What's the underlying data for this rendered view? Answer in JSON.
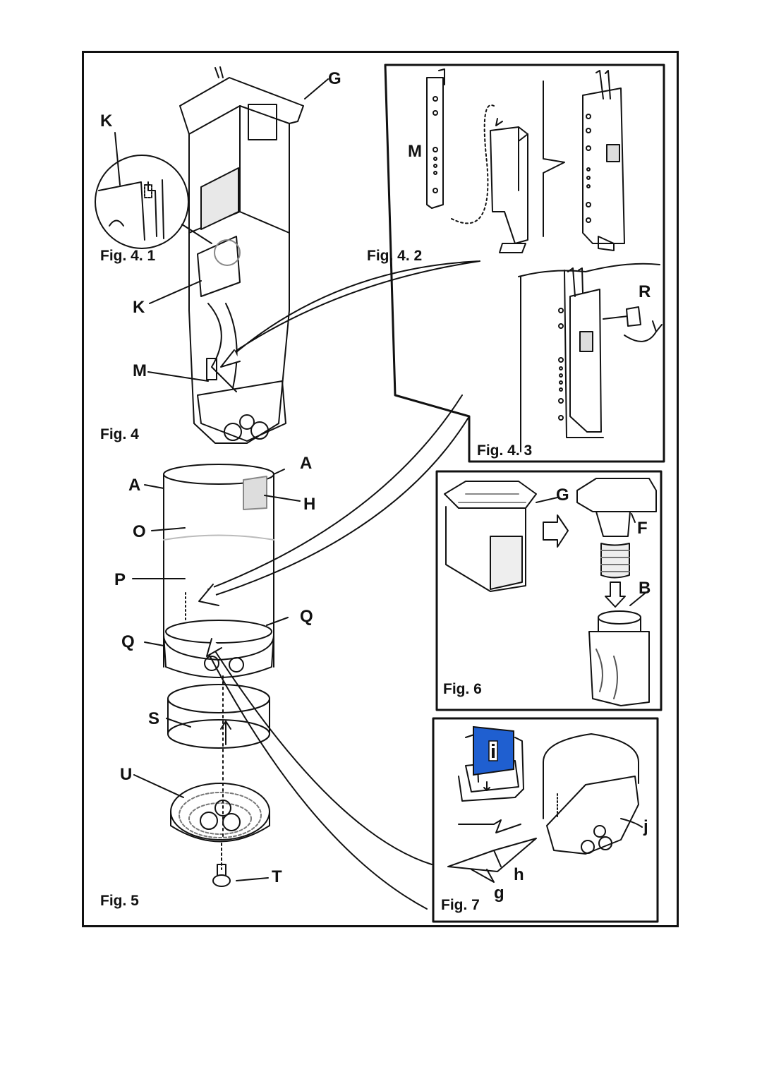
{
  "figures": {
    "fig4_1": "Fig. 4. 1",
    "fig4_2": "Fig. 4. 2",
    "fig4_3": "Fig. 4. 3",
    "fig4": "Fig. 4",
    "fig5": "Fig. 5",
    "fig6": "Fig. 6",
    "fig7": "Fig. 7"
  },
  "labels": {
    "G_top": "G",
    "K_top": "K",
    "K_mid": "K",
    "M_left": "M",
    "M_fig42": "M",
    "R": "R",
    "A_right": "A",
    "A_left": "A",
    "H": "H",
    "O": "O",
    "P": "P",
    "Q_right": "Q",
    "Q_left": "Q",
    "S": "S",
    "U": "U",
    "T": "T",
    "G_fig6": "G",
    "F": "F",
    "B": "B",
    "j": "j",
    "h": "h",
    "g": "g"
  },
  "colors": {
    "line": "#111111",
    "shade": "#d8d8d8",
    "blue_panel": "#1f5fd0"
  }
}
